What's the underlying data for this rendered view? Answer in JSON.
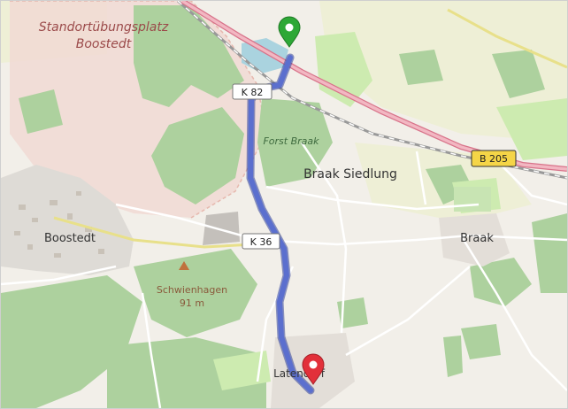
{
  "map": {
    "places": {
      "military_area_line1": "Standortübungsplatz",
      "military_area_line2": "Boostedt",
      "forest": "Forst Braak",
      "braak_siedlung": "Braak Siedlung",
      "boostedt": "Boostedt",
      "braak": "Braak",
      "schwienhagen": "Schwienhagen",
      "schwienhagen_elevation": "91 m",
      "latendorf": "Latendorf"
    },
    "road_shields": {
      "k_north": "K 82",
      "k36": "K 36",
      "b205": "B 205"
    },
    "markers": {
      "start_color": "#2ea836",
      "end_color": "#e2303a"
    },
    "route_color": "#5b6fce"
  }
}
